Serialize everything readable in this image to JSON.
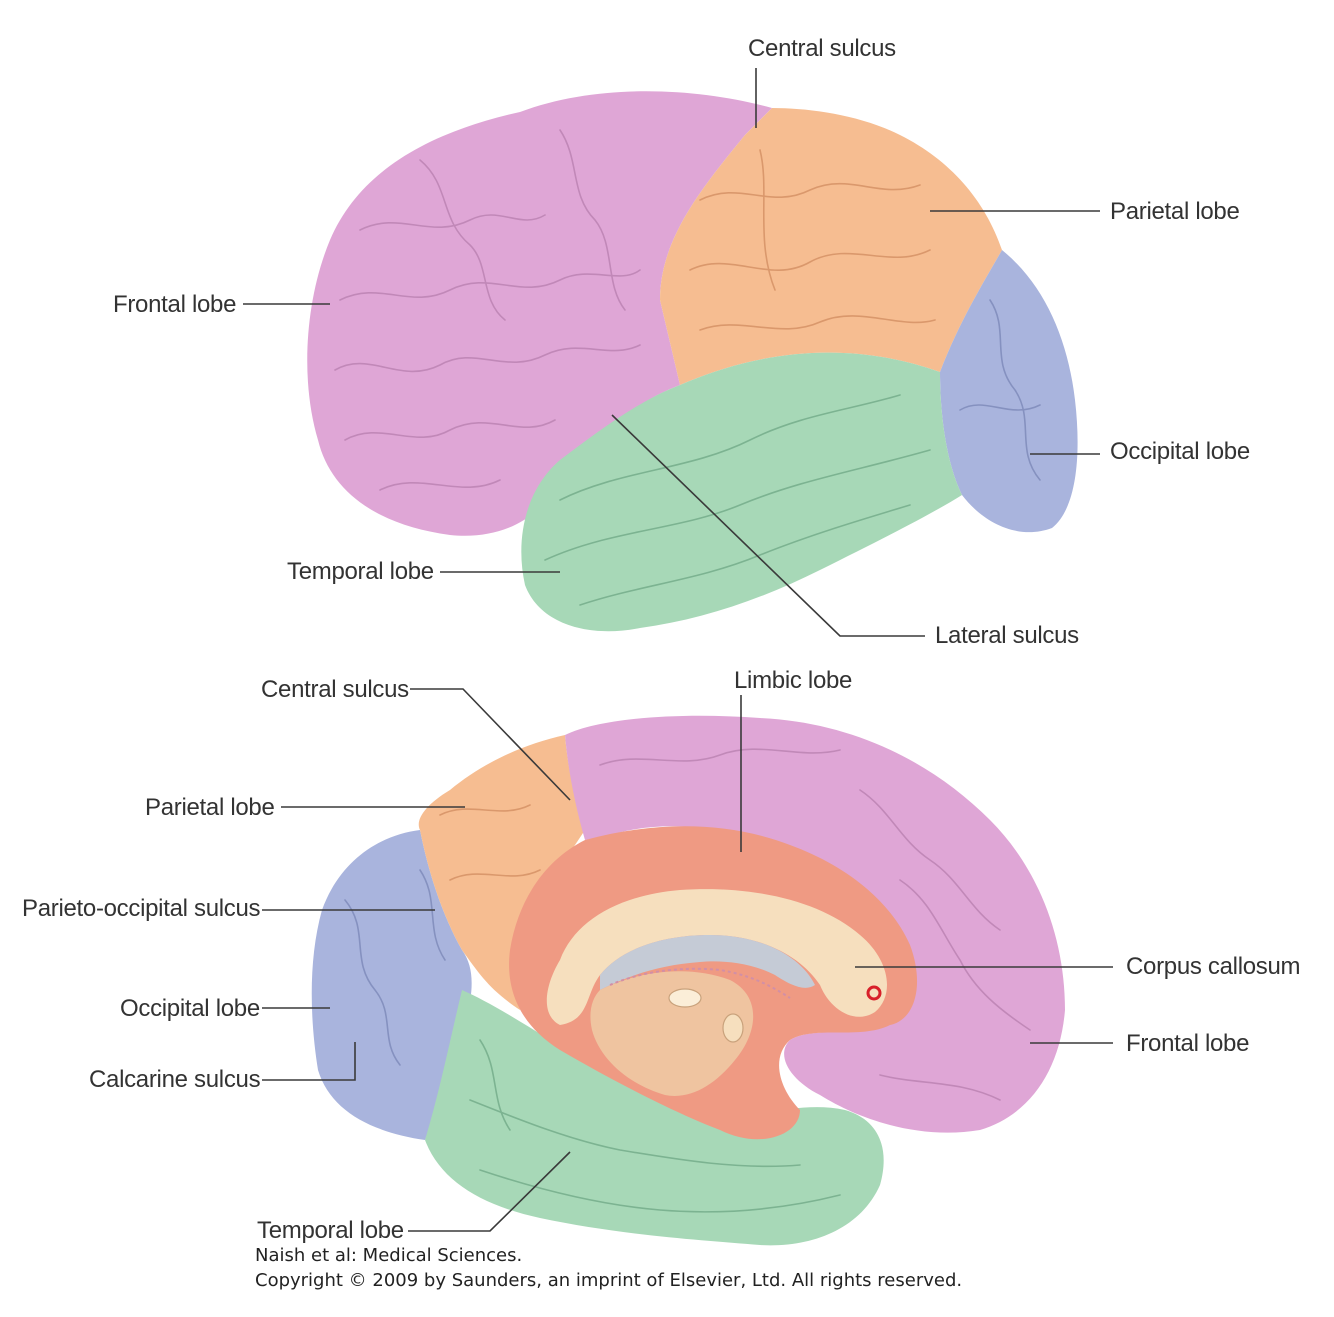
{
  "colors": {
    "frontal": "#dfa6d6",
    "parietal": "#f6bd91",
    "occipital": "#a9b4dd",
    "temporal": "#a7d8b7",
    "limbic": "#ef9a83",
    "corpus_callosum": "#f6dfbe",
    "ventricle": "#c5cbd6",
    "thalamus": "#efc4a0",
    "marker": "#d8202a"
  },
  "lateral_view": {
    "labels": {
      "central_sulcus": "Central sulcus",
      "parietal_lobe": "Parietal lobe",
      "frontal_lobe": "Frontal lobe",
      "occipital_lobe": "Occipital lobe",
      "temporal_lobe": "Temporal lobe",
      "lateral_sulcus": "Lateral sulcus"
    }
  },
  "medial_view": {
    "labels": {
      "central_sulcus": "Central sulcus",
      "limbic_lobe": "Limbic lobe",
      "parietal_lobe": "Parietal lobe",
      "parieto_occipital_sulcus": "Parieto-occipital sulcus",
      "corpus_callosum": "Corpus callosum",
      "occipital_lobe": "Occipital lobe",
      "frontal_lobe": "Frontal lobe",
      "calcarine_sulcus": "Calcarine sulcus",
      "temporal_lobe": "Temporal lobe"
    }
  },
  "credit": {
    "line1": "Naish et al: Medical Sciences.",
    "line2": "Copyright © 2009 by Saunders, an imprint of Elsevier, Ltd. All rights reserved."
  }
}
